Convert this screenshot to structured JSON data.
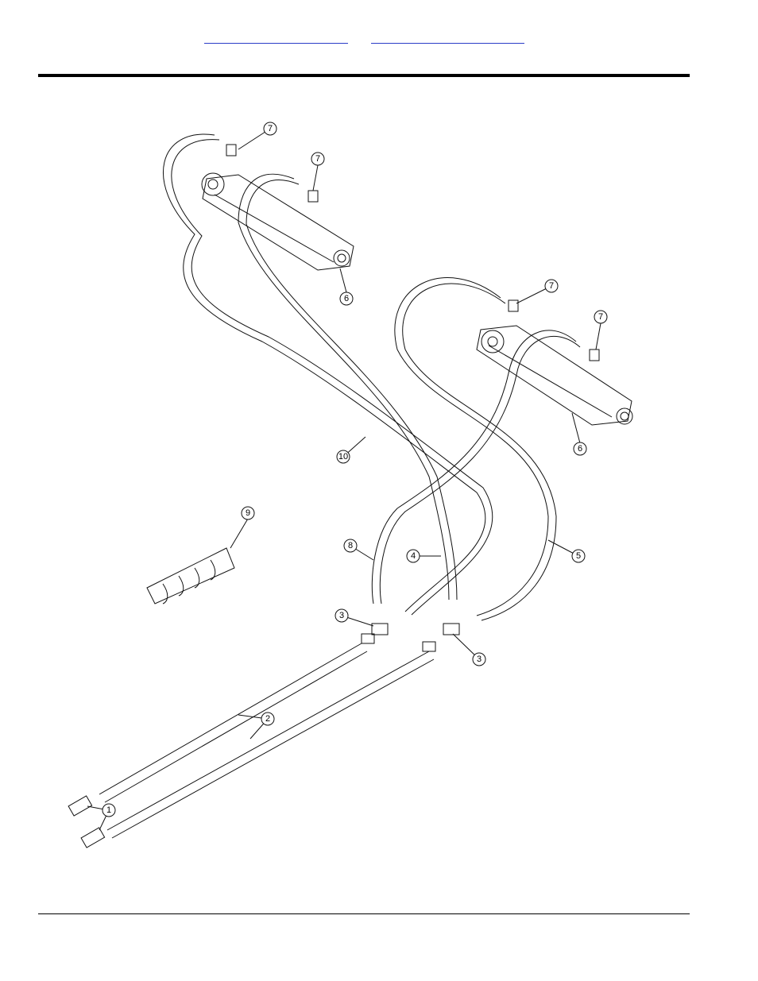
{
  "header": {
    "links": [
      {
        "label": ""
      },
      {
        "label": ""
      }
    ]
  },
  "diagram": {
    "callouts": [
      "7",
      "7",
      "6",
      "7",
      "7",
      "6",
      "10",
      "9",
      "8",
      "4",
      "5",
      "3",
      "3",
      "2",
      "1"
    ]
  },
  "colors": {
    "link": "#2a3cc7",
    "rule": "#000000",
    "line": "#111111"
  }
}
